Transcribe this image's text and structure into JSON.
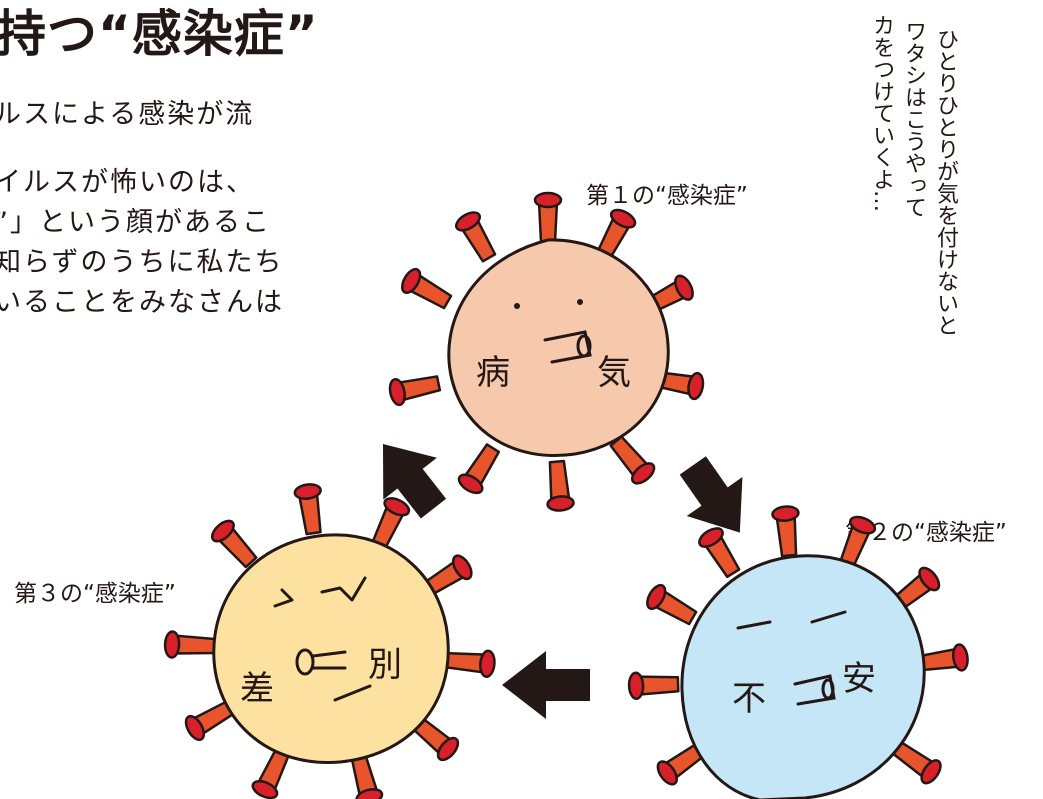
{
  "title": "持つ“感染症”",
  "body_lines": [
    "ルスによる感染が流",
    "イルスが怖いのは、",
    "”」という顔があるこ",
    "知らずのうちに私たち",
    "いることをみなさんは"
  ],
  "virus_labels": {
    "first": "第１の“感染症”",
    "second": "第２の“感染症”",
    "third": "第３の“感染症”"
  },
  "virus_faces": {
    "illness_left": "病",
    "illness_right": "気",
    "anxiety_left": "不",
    "anxiety_right": "安",
    "discrimination_left": "差",
    "discrimination_right": "別"
  },
  "handwritten_columns": [
    "ひとりひとりが気を付けないと",
    "ワタシはこうやって",
    "カをつけていくよ…"
  ],
  "colors": {
    "illness_virus": "#f6c8ac",
    "anxiety_virus": "#c5e6f6",
    "discrimination_virus": "#fde1a0",
    "spike": "#e8552d",
    "spike_tip": "#d8202a",
    "arrow": "#231815",
    "outline": "#231815"
  }
}
